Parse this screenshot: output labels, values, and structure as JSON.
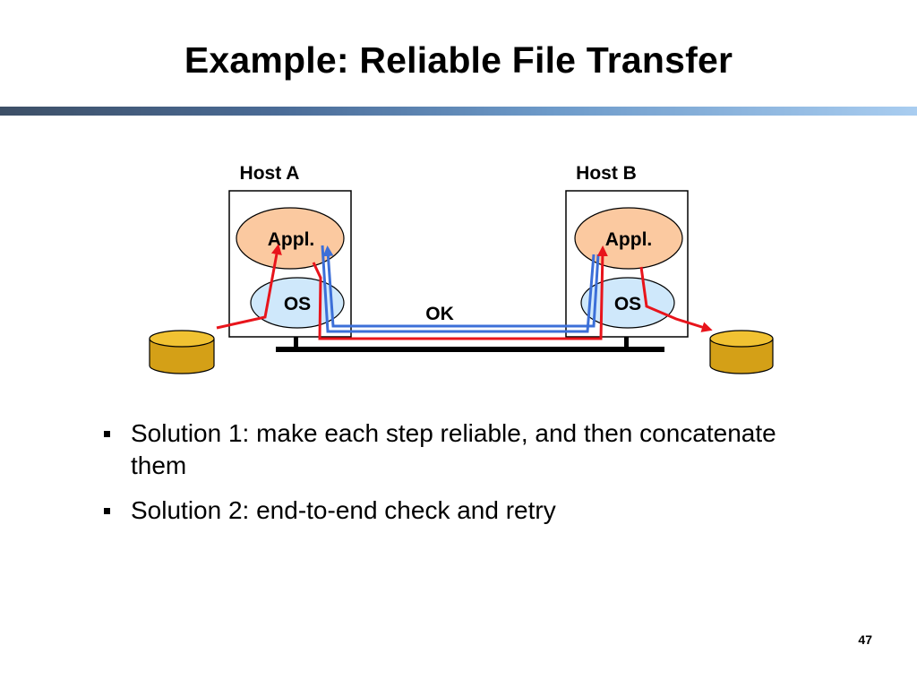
{
  "slide": {
    "title": "Example: Reliable File Transfer",
    "page_number": "47"
  },
  "diagram": {
    "host_a": {
      "label": "Host A",
      "app_label": "Appl.",
      "os_label": "OS"
    },
    "host_b": {
      "label": "Host B",
      "app_label": "Appl.",
      "os_label": "OS"
    },
    "ok_label": "OK",
    "colors": {
      "app_fill": "#fbc9a0",
      "os_fill": "#cfe8fb",
      "disk_fill": "#d4a017",
      "red_path": "#e8141b",
      "blue_path": "#3c6fd8",
      "bus": "#000000"
    }
  },
  "bullets": [
    {
      "text": "Solution 1: make each step reliable, and then concatenate them"
    },
    {
      "text": "Solution 2: end-to-end check and retry"
    }
  ]
}
